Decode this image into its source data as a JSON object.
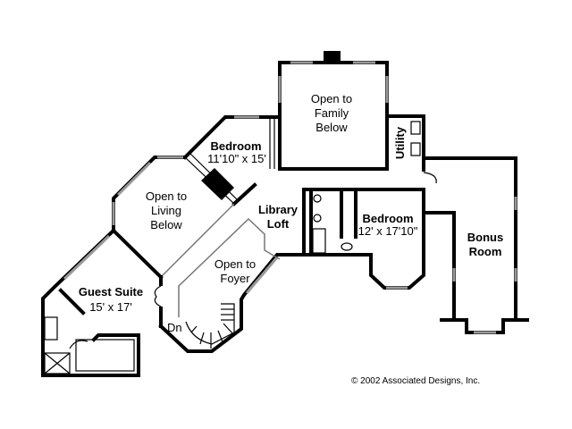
{
  "rooms": {
    "family": {
      "lines": [
        "Open to",
        "Family",
        "Below"
      ]
    },
    "utility": {
      "label": "Utility"
    },
    "bedroom1": {
      "label": "Bedroom",
      "size": "11'10\" x 15'"
    },
    "living": {
      "lines": [
        "Open to",
        "Living",
        "Below"
      ]
    },
    "library": {
      "lines": [
        "Library",
        "Loft"
      ]
    },
    "bedroom2": {
      "label": "Bedroom",
      "size": "12' x 17'10\""
    },
    "bonus": {
      "lines": [
        "Bonus",
        "Room"
      ]
    },
    "foyer": {
      "lines": [
        "Open to",
        "Foyer"
      ]
    },
    "guest": {
      "label": "Guest Suite",
      "size": "15' x 17'"
    },
    "stairs": {
      "label": "Dn"
    }
  },
  "copyright": "© 2002 Associated Designs, Inc."
}
